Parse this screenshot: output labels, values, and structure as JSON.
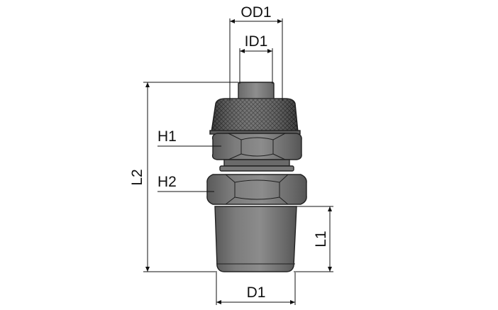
{
  "drawing": {
    "labels": {
      "od1": "OD1",
      "id1": "ID1",
      "h1": "H1",
      "h2": "H2",
      "l1": "L1",
      "l2": "L2",
      "d1": "D1"
    },
    "colors": {
      "body": "#6e6e6e",
      "body_light": "#8a8a8a",
      "body_dark": "#4a4a4a",
      "line": "#111111",
      "background": "#ffffff"
    }
  }
}
